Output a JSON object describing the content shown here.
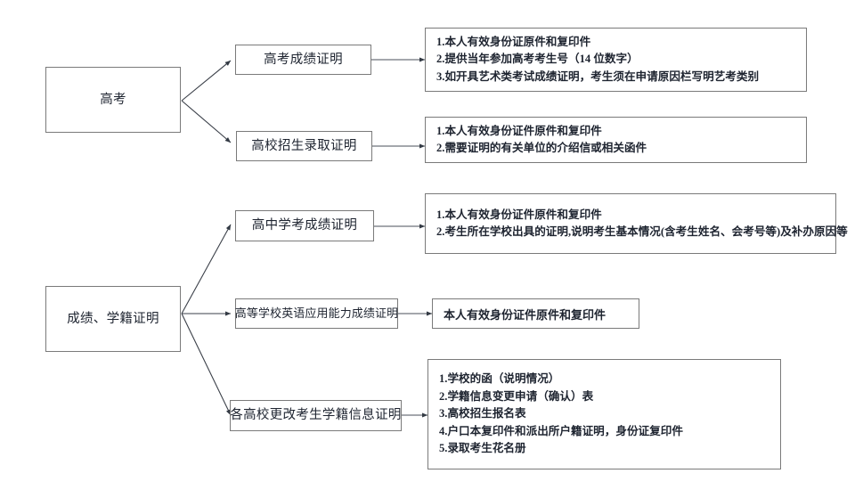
{
  "diagram": {
    "type": "flowchart",
    "title": "",
    "line_color": "#595959",
    "box_border_color": "#7a7a7a",
    "text_color": "#1e2430",
    "background": "#ffffff",
    "groups": [
      {
        "id": "gaokao",
        "source_label": "高考",
        "branches": [
          {
            "id": "gaokao-score",
            "label": "高考成绩证明",
            "requirements": [
              "1.本人有效身份证原件和复印件",
              "2.提供当年参加高考考生号（14 位数字）",
              "3.如开具艺术类考试成绩证明，考生须在申请原因栏写明艺考类别"
            ]
          },
          {
            "id": "admission",
            "label": "高校招生录取证明",
            "requirements": [
              "1.本人有效身份证件原件和复印件",
              "2.需要证明的有关单位的介绍信或相关函件"
            ]
          }
        ]
      },
      {
        "id": "score-status",
        "source_label": "成绩、学籍证明",
        "branches": [
          {
            "id": "highschool-exam",
            "label": "高中学考成绩证明",
            "requirements": [
              "1.本人有效身份证件原件和复印件",
              "2.考生所在学校出具的证明,说明考生基本情况(含考生姓名、会考号等)及补办原因等"
            ]
          },
          {
            "id": "college-english",
            "label": "高等学校英语应用能力成绩证明",
            "requirements": [
              "本人有效身份证件原件和复印件"
            ]
          },
          {
            "id": "student-status-change",
            "label": "各高校更改考生学籍信息证明",
            "requirements": [
              "1.学校的函（说明情况）",
              "2.学籍信息变更申请（确认）表",
              "3.高校招生报名表",
              "4.户口本复印件和派出所户籍证明，身份证复印件",
              "5.录取考生花名册"
            ]
          }
        ]
      }
    ]
  }
}
